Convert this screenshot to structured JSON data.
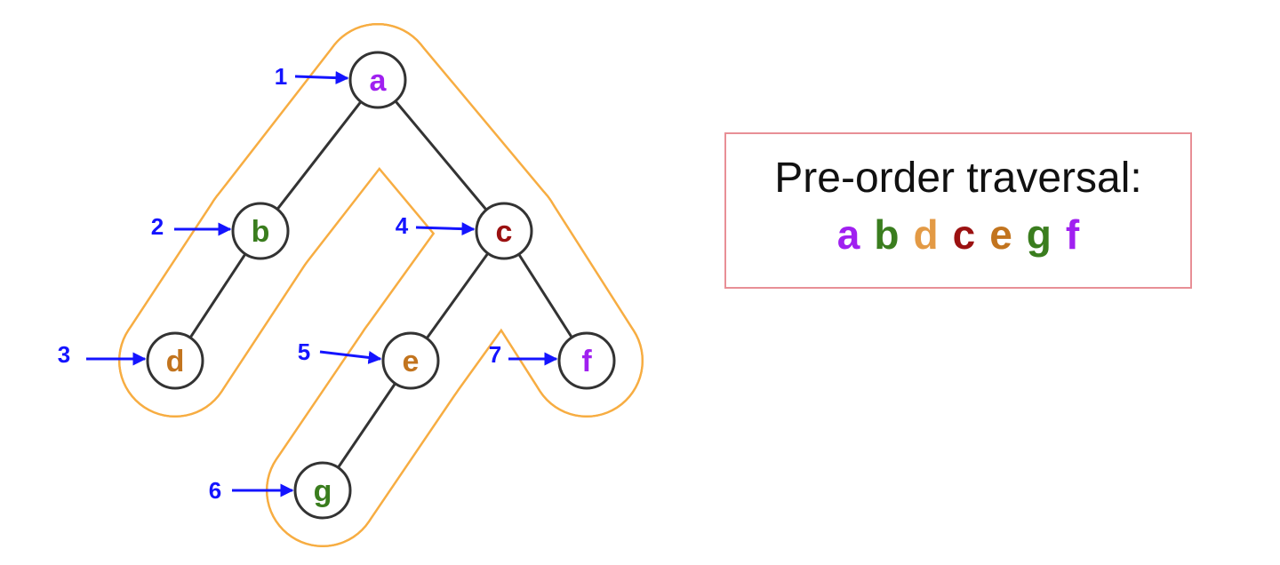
{
  "nodes": [
    {
      "id": "a",
      "label": "a",
      "color": "#a020f0",
      "order": "1"
    },
    {
      "id": "b",
      "label": "b",
      "color": "#3a7d1e",
      "order": "2"
    },
    {
      "id": "d",
      "label": "d",
      "color": "#c2741e",
      "order": "3"
    },
    {
      "id": "c",
      "label": "c",
      "color": "#9b1111",
      "order": "4"
    },
    {
      "id": "e",
      "label": "e",
      "color": "#c2741e",
      "order": "5"
    },
    {
      "id": "g",
      "label": "g",
      "color": "#3a7d1e",
      "order": "6"
    },
    {
      "id": "f",
      "label": "f",
      "color": "#a020f0",
      "order": "7"
    }
  ],
  "edges": [
    {
      "from": "a",
      "to": "b"
    },
    {
      "from": "b",
      "to": "d"
    },
    {
      "from": "a",
      "to": "c"
    },
    {
      "from": "c",
      "to": "e"
    },
    {
      "from": "e",
      "to": "g"
    },
    {
      "from": "c",
      "to": "f"
    }
  ],
  "colors": {
    "outline": "#f7ad42",
    "order_arrow": "#1414ff",
    "node_border": "#333333",
    "edge": "#333333",
    "box_border": "#e88f96"
  },
  "result": {
    "title": "Pre-order traversal:",
    "sequence": [
      {
        "label": "a",
        "color": "#a020f0"
      },
      {
        "label": "b",
        "color": "#3a7d1e"
      },
      {
        "label": "d",
        "color": "#e39a45"
      },
      {
        "label": "c",
        "color": "#9b1111"
      },
      {
        "label": "e",
        "color": "#c2741e"
      },
      {
        "label": "g",
        "color": "#3a7d1e"
      },
      {
        "label": "f",
        "color": "#a020f0"
      }
    ]
  }
}
